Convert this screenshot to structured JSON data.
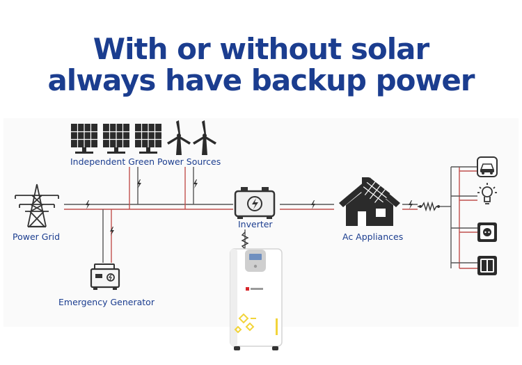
{
  "headline": {
    "line1": "With or without solar",
    "line2": "always have backup power"
  },
  "nodes": {
    "green_sources": "Independent Green Power Sources",
    "power_grid": "Power Grid",
    "inverter": "Inverter",
    "appliances": "Ac Appliances",
    "generator": "Emergency Generator"
  },
  "colors": {
    "headline": "#1b3d8f",
    "wire_dark": "#555555",
    "wire_red": "#c0504d",
    "label": "#1b3d8f",
    "battery_accent": "#f2d43a",
    "battery_brand": "#d7262b"
  }
}
